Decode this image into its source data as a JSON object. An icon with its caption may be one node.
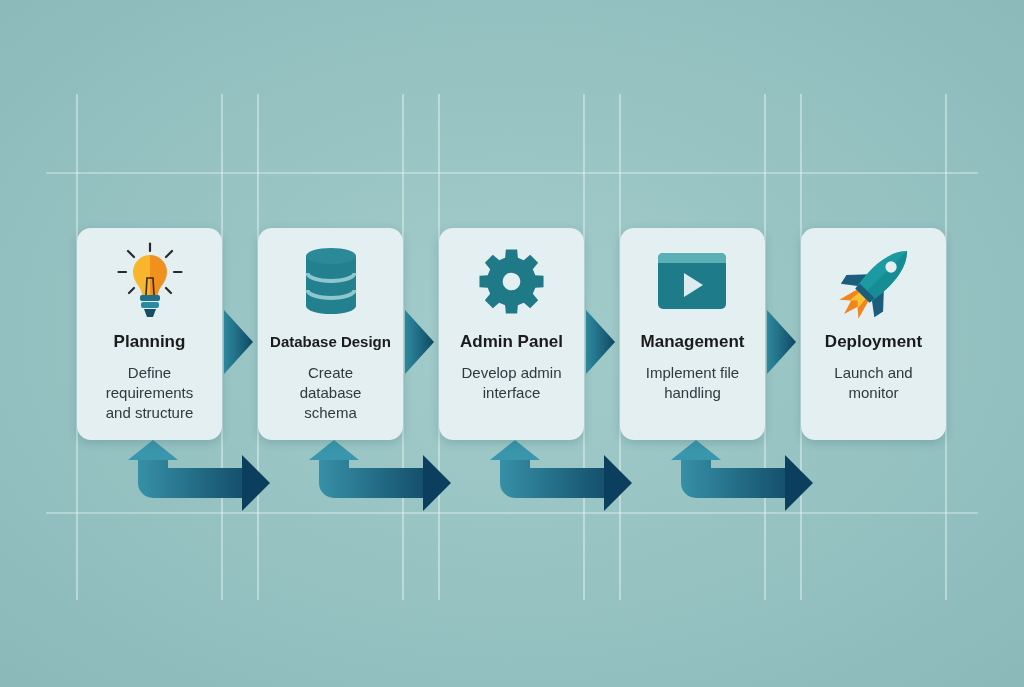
{
  "diagram": {
    "nodes": [
      {
        "text": [
          "Planning",
          "Define requirements and structure"
        ]
      },
      {
        "text": [
          "Database Design",
          "Create database schema"
        ]
      },
      {
        "text": [
          "Admin Panel",
          "Develop admin interface"
        ]
      },
      {
        "text": [
          "Management",
          "Implement file handling"
        ]
      },
      {
        "text": [
          "Deployment",
          "Launch and monitor"
        ]
      }
    ],
    "edges": [
      {
        "from": 0,
        "to": 1,
        "arrow": "to"
      },
      {
        "from": 1,
        "to": 2,
        "arrow": "to"
      },
      {
        "from": 2,
        "to": 3,
        "arrow": "to"
      },
      {
        "from": 3,
        "to": 4,
        "arrow": "to"
      },
      {
        "from": 0,
        "to": null,
        "arrow": "both",
        "style": "thick"
      },
      {
        "from": 1,
        "to": null,
        "arrow": "both",
        "style": "thick"
      },
      {
        "from": 2,
        "to": null,
        "arrow": "both",
        "style": "thick"
      },
      {
        "from": 3,
        "to": null,
        "arrow": "both",
        "style": "thick"
      }
    ]
  }
}
